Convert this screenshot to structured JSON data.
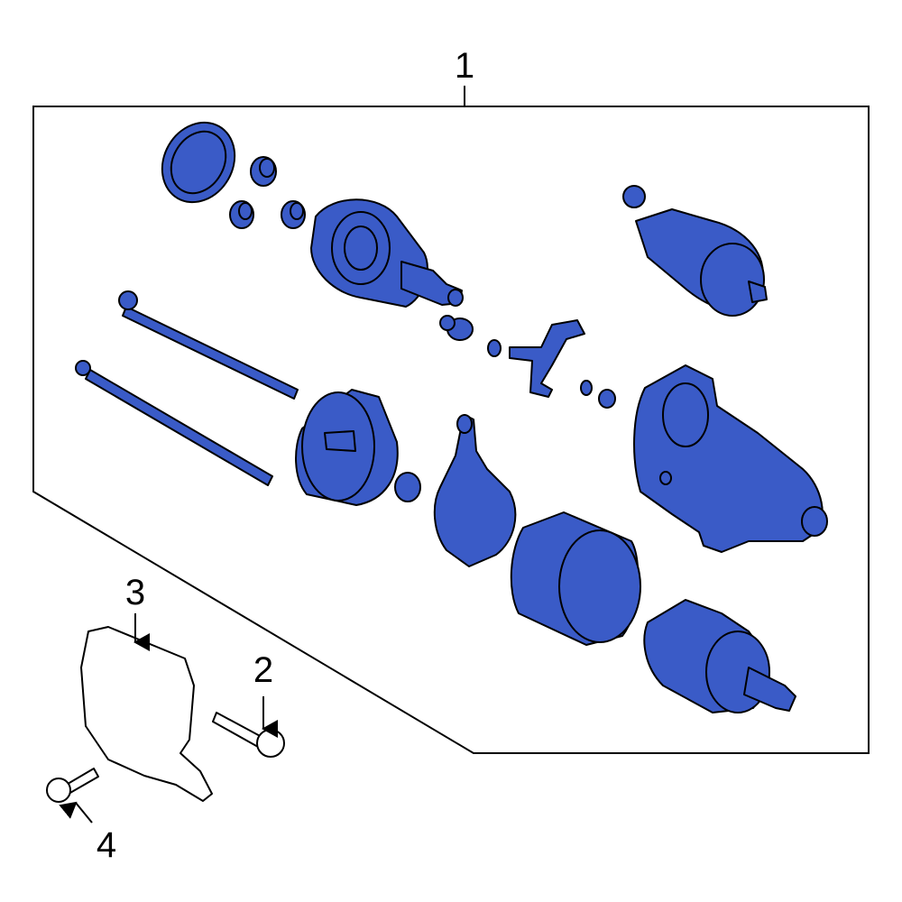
{
  "callouts": {
    "assembly": "1",
    "bolt_upper": "2",
    "heat_shield": "3",
    "bolt_lower": "4"
  },
  "colors": {
    "part_fill": "#3a5bc7",
    "outline": "#000000",
    "shield_fill": "#ffffff"
  }
}
